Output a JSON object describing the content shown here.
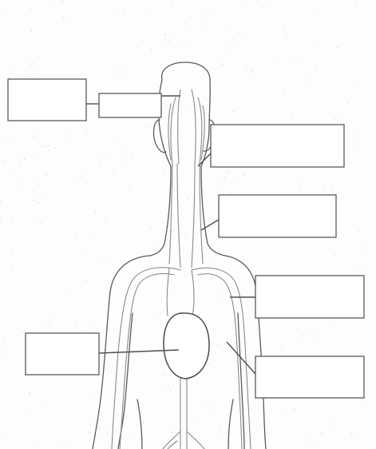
{
  "worksheet": {
    "colors": {
      "paper": "#fdfdfb",
      "outline": "#5a5a5a",
      "vessel": "#8a8a8a",
      "box_fill": "#ffffff"
    },
    "label_boxes": [
      {
        "id": "box-1",
        "text": ""
      },
      {
        "id": "box-2",
        "text": ""
      },
      {
        "id": "box-3",
        "text": ""
      },
      {
        "id": "box-4",
        "text": ""
      },
      {
        "id": "box-5",
        "text": ""
      },
      {
        "id": "box-6",
        "text": ""
      },
      {
        "id": "box-7",
        "text": ""
      }
    ]
  }
}
